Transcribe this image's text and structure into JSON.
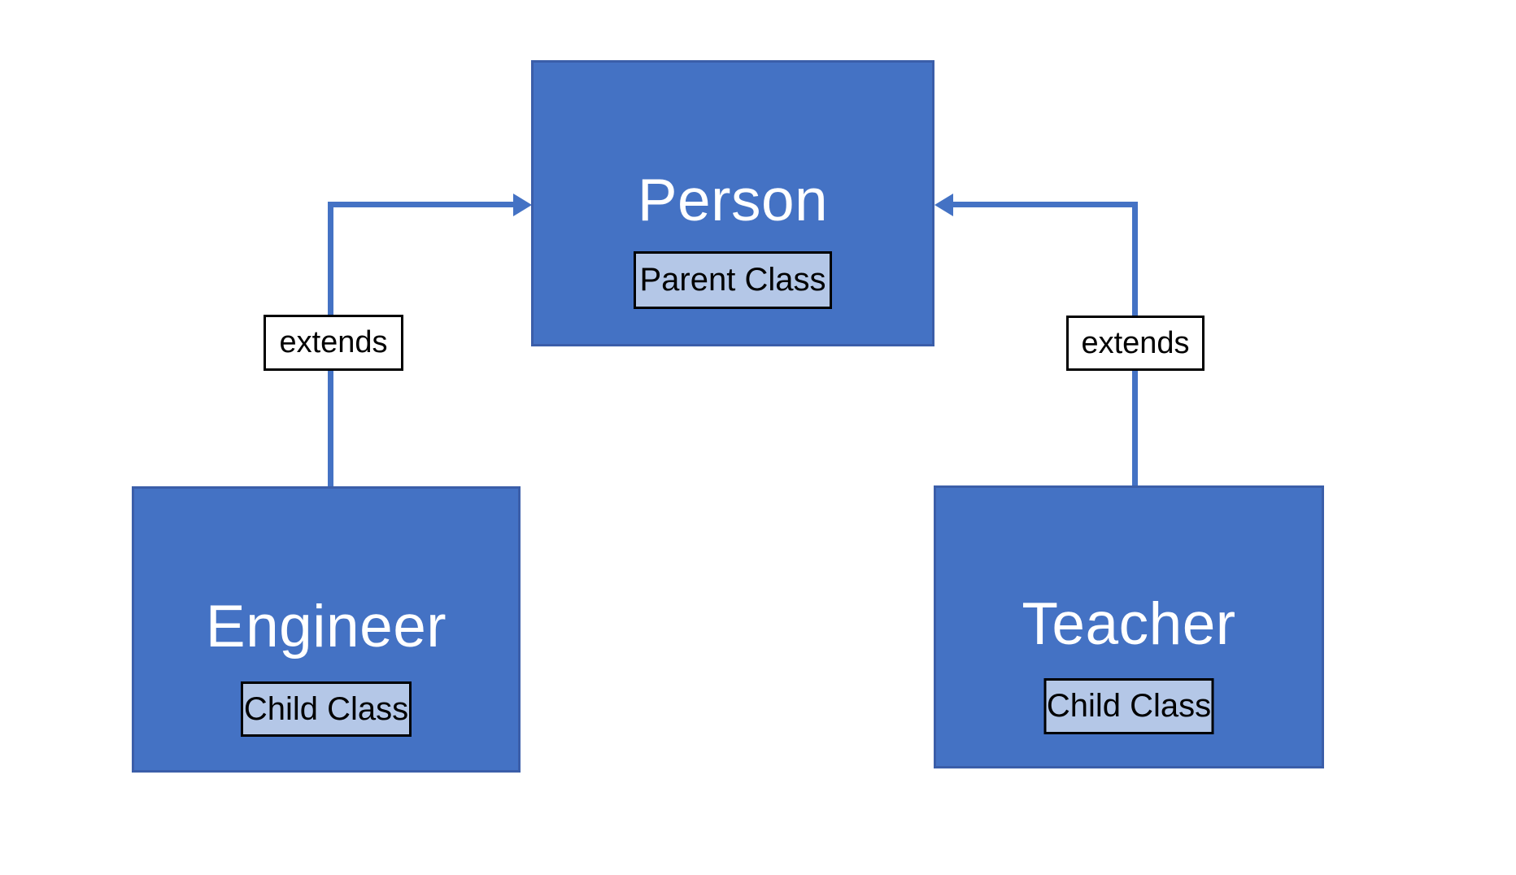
{
  "diagram": {
    "type": "class-inheritance",
    "colors": {
      "node_fill": "#4472C4",
      "node_border": "#3B5EA9",
      "node_title_text": "#FFFFFF",
      "badge_fill": "#B4C7E7",
      "badge_border": "#000000",
      "badge_text": "#000000",
      "connector": "#4472C4",
      "edge_label_fill": "#FFFFFF",
      "edge_label_border": "#000000",
      "edge_label_text": "#000000",
      "background": "#FFFFFF"
    },
    "nodes": [
      {
        "id": "person",
        "title": "Person",
        "badge": "Parent Class"
      },
      {
        "id": "engineer",
        "title": "Engineer",
        "badge": "Child Class"
      },
      {
        "id": "teacher",
        "title": "Teacher",
        "badge": "Child Class"
      }
    ],
    "edges": [
      {
        "from": "engineer",
        "to": "person",
        "label": "extends"
      },
      {
        "from": "teacher",
        "to": "person",
        "label": "extends"
      }
    ]
  }
}
